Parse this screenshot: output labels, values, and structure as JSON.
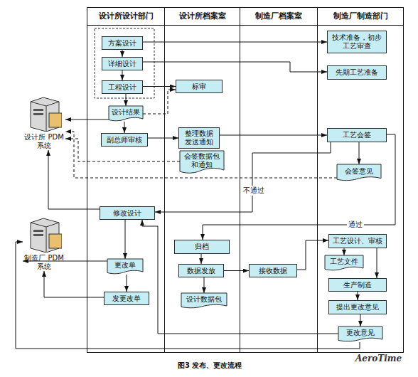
{
  "diagram": {
    "caption": "图3 发布、更改流程",
    "nodes": [
      {
        "text": [
          "设计所设计部门"
        ]
      },
      {
        "text": [
          "设计所档案室"
        ]
      },
      {
        "text": [
          "制造厂档案室"
        ]
      },
      {
        "text": [
          "制造厂制造部门"
        ]
      },
      {
        "text": [
          "设计所 PDM 系统"
        ]
      },
      {
        "text": [
          "制造厂 PDM 系统"
        ]
      },
      {
        "text": [
          "方案设计"
        ],
        "in": 0
      },
      {
        "text": [
          "详细设计"
        ],
        "in": 0
      },
      {
        "text": [
          "工程设计"
        ],
        "in": 0
      },
      {
        "text": [
          "设计结果"
        ],
        "in": 0
      },
      {
        "text": [
          "副总师审核"
        ],
        "in": 0
      },
      {
        "text": [
          "修改设计"
        ],
        "in": 0
      },
      {
        "text": [
          "更改单"
        ],
        "in": 0
      },
      {
        "text": [
          "发更改单"
        ],
        "in": 0
      },
      {
        "text": [
          "标审"
        ],
        "in": 1
      },
      {
        "text": [
          "整理数据 发送通知"
        ],
        "in": 1
      },
      {
        "text": [
          "会签数据包 和通知"
        ],
        "in": 1
      },
      {
        "text": [
          "归档"
        ],
        "in": 1
      },
      {
        "text": [
          "数据发放"
        ],
        "in": 1
      },
      {
        "text": [
          "设计数据包"
        ],
        "in": 1
      },
      {
        "text": [
          "接收数据"
        ],
        "in": 2
      },
      {
        "text": [
          "技术准备，初步工艺审查"
        ],
        "in": 3
      },
      {
        "text": [
          "先期工艺准备"
        ],
        "in": 3
      },
      {
        "text": [
          "工艺会签"
        ],
        "in": 3
      },
      {
        "text": [
          "会签意见"
        ],
        "in": 3
      },
      {
        "text": [
          "工艺设计、审核"
        ],
        "in": 3
      },
      {
        "text": [
          "工艺文件"
        ],
        "in": 3
      },
      {
        "text": [
          "生产制造"
        ],
        "in": 3
      },
      {
        "text": [
          "提出更改意见"
        ],
        "in": 3
      },
      {
        "text": [
          "更改意见"
        ],
        "in": 3
      }
    ],
    "edges": [
      {
        "from": 6,
        "to": 7,
        "arrow": "to"
      },
      {
        "from": 7,
        "to": 8,
        "arrow": "to"
      },
      {
        "from": 6,
        "to": 21,
        "arrow": "to"
      },
      {
        "from": 7,
        "to": 22,
        "arrow": "to"
      },
      {
        "from": 8,
        "to": 14,
        "arrow": "to"
      },
      {
        "from": 8,
        "to": 9,
        "arrow": "to"
      },
      {
        "from": 9,
        "to": 4,
        "arrow": "to"
      },
      {
        "from": 9,
        "to": 14,
        "arrow": "to"
      },
      {
        "from": 9,
        "to": 10,
        "arrow": "to"
      },
      {
        "from": 10,
        "to": 15,
        "arrow": "to"
      },
      {
        "from": 15,
        "to": 23,
        "arrow": "to"
      },
      {
        "from": 16,
        "to": 4,
        "arrow": "to"
      },
      {
        "from": 24,
        "to": 4,
        "arrow": "to"
      },
      {
        "from": 23,
        "to": 24,
        "arrow": "to"
      },
      {
        "from": 23,
        "to": 11,
        "label": "不通过",
        "arrow": "to"
      },
      {
        "from": 23,
        "to": 17,
        "label": "通过",
        "arrow": "to"
      },
      {
        "from": 17,
        "to": 18,
        "arrow": "to"
      },
      {
        "from": 18,
        "to": 19,
        "arrow": "to"
      },
      {
        "from": 18,
        "to": 20,
        "arrow": "to"
      },
      {
        "from": 20,
        "to": 25,
        "arrow": "to"
      },
      {
        "from": 25,
        "to": 26,
        "arrow": "to"
      },
      {
        "from": 25,
        "to": 27,
        "arrow": "to"
      },
      {
        "from": 27,
        "to": 28,
        "arrow": "to"
      },
      {
        "from": 28,
        "to": 29,
        "arrow": "to"
      },
      {
        "from": 29,
        "to": 11,
        "arrow": "to"
      },
      {
        "from": 11,
        "to": 12,
        "arrow": "to"
      },
      {
        "from": 12,
        "to": 13,
        "arrow": "to"
      },
      {
        "from": 11,
        "to": 4,
        "arrow": "to"
      },
      {
        "from": 12,
        "to": 5,
        "arrow": "to"
      },
      {
        "from": 13,
        "to": 5,
        "arrow": "to"
      },
      {
        "from": 29,
        "to": 5,
        "arrow": "to"
      }
    ],
    "labels": [
      "AeroTime"
    ]
  }
}
